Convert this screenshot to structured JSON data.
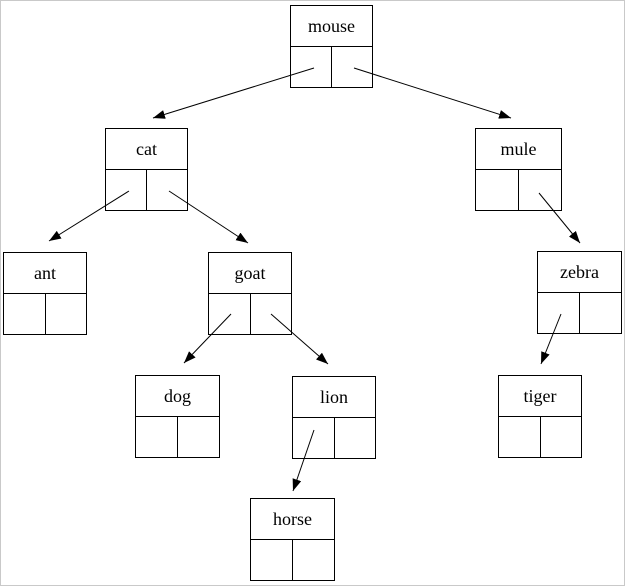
{
  "page": {
    "background_color": "#ffffff",
    "frame_border_color": "#c9c9c9"
  },
  "diagram": {
    "type": "binary-tree",
    "colors": {
      "node_border": "#000000",
      "arrow": "#000000",
      "text": "#000000",
      "node_fill": "#ffffff"
    },
    "nodes": [
      {
        "label": "mouse",
        "left_child": "cat",
        "right_child": "mule"
      },
      {
        "label": "cat",
        "left_child": "ant",
        "right_child": "goat"
      },
      {
        "label": "mule",
        "left_child": null,
        "right_child": "zebra"
      },
      {
        "label": "ant",
        "left_child": null,
        "right_child": null
      },
      {
        "label": "goat",
        "left_child": "dog",
        "right_child": "lion"
      },
      {
        "label": "zebra",
        "left_child": "tiger",
        "right_child": null
      },
      {
        "label": "dog",
        "left_child": null,
        "right_child": null
      },
      {
        "label": "lion",
        "left_child": "horse",
        "right_child": null
      },
      {
        "label": "tiger",
        "left_child": null,
        "right_child": null
      },
      {
        "label": "horse",
        "left_child": null,
        "right_child": null
      }
    ],
    "edges": [
      {
        "from": "mouse",
        "pointer": "left",
        "to": "cat"
      },
      {
        "from": "mouse",
        "pointer": "right",
        "to": "mule"
      },
      {
        "from": "cat",
        "pointer": "left",
        "to": "ant"
      },
      {
        "from": "cat",
        "pointer": "right",
        "to": "goat"
      },
      {
        "from": "mule",
        "pointer": "right",
        "to": "zebra"
      },
      {
        "from": "goat",
        "pointer": "left",
        "to": "dog"
      },
      {
        "from": "goat",
        "pointer": "right",
        "to": "lion"
      },
      {
        "from": "zebra",
        "pointer": "left",
        "to": "tiger"
      },
      {
        "from": "lion",
        "pointer": "left",
        "to": "horse"
      }
    ]
  }
}
